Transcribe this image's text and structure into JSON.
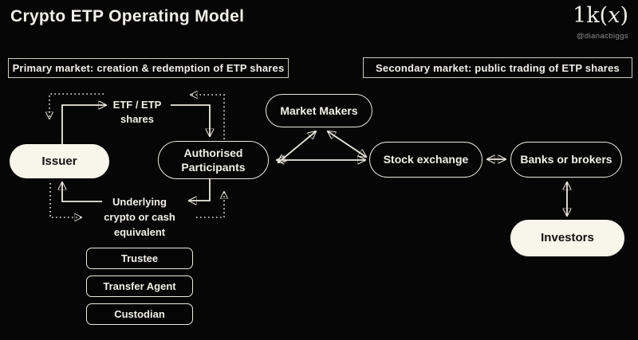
{
  "header": {
    "title": "Crypto ETP Operating Model",
    "logo_prefix": "1k(",
    "logo_x": "x",
    "logo_suffix": ")",
    "handle": "@dianacbiggs"
  },
  "sections": {
    "primary": "Primary market: creation & redemption of ETP shares",
    "secondary": "Secondary market: public trading of ETP shares"
  },
  "nodes": {
    "issuer": "Issuer",
    "etf_shares": "ETF / ETP shares",
    "authorised_participants": "Authorised Participants",
    "market_makers": "Market Makers",
    "stock_exchange": "Stock exchange",
    "banks_brokers": "Banks or brokers",
    "investors": "Investors",
    "underlying": "Underlying crypto or cash equivalent",
    "trustee": "Trustee",
    "transfer_agent": "Transfer Agent",
    "custodian": "Custodian"
  },
  "flows": {
    "solid": [
      "Issuer to ETF/ETP shares",
      "ETF/ETP shares to Authorised Participants",
      "Authorised Participants to Underlying crypto or cash equivalent",
      "Underlying crypto or cash equivalent to Issuer",
      "Authorised Participants to/from Stock exchange",
      "Authorised Participants to/from Market Makers",
      "Market Makers to/from Stock exchange",
      "Stock exchange to/from Banks or brokers",
      "Banks or brokers to/from Investors"
    ],
    "dotted": [
      "ETF/ETP shares to Issuer",
      "Authorised Participants to ETF/ETP shares",
      "Issuer to Underlying crypto or cash equivalent",
      "Underlying crypto or cash equivalent to Authorised Participants"
    ]
  },
  "colors": {
    "background": "#060606",
    "node_fill_light": "#f8f5ea",
    "line": "#edeae0",
    "text": "#f2f0e9",
    "handle_text": "#8f8f8f"
  }
}
